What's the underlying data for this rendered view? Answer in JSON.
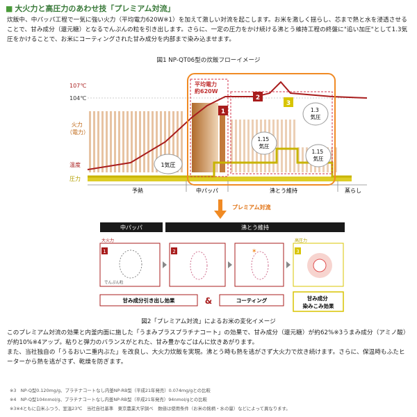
{
  "heading": "大火力と高圧力のあわせ技「プレミアム対流」",
  "intro": "炊飯中、中パッパ工程で一気に強い火力（平均電力620W※1）を加えて激しい対流を起こします。お米を激しく揺らし、芯まで熱と水を浸透させることで、甘み成分（還元糖）となるでんぷんの粒を引き出します。さらに、一定の圧力をかけ続ける沸とう維持工程の終盤に\"追い加圧\"として1.3気圧をかけることで、お米にコーティングされた甘み成分を内部まで染み込ませます。",
  "figure1": {
    "caption": "図1 NP-QT06型の炊飯フローイメージ",
    "temp_high": "107℃",
    "temp_boil": "104℃",
    "label_power": "火力\n（電力）",
    "label_temp": "温度",
    "label_pressure": "圧力",
    "avg_power": "平均電力\n約620W",
    "phases": [
      "予熱",
      "中パッパ",
      "沸とう維持",
      "蒸らし"
    ],
    "markers": [
      "1",
      "2",
      "3"
    ],
    "pressures": [
      "1気圧",
      "1.15\n気圧",
      "1.3\n気圧",
      "1.15\n気圧"
    ],
    "arrow_label": "プレミアム対流"
  },
  "figure2": {
    "caption": "図2「プレミアム対流」によるお米の変化イメージ",
    "phase_a": "中パッパ",
    "phase_b": "沸とう維持",
    "fire_label": "大火力",
    "starch_label": "でんぷん粒",
    "pressure_label": "高圧力",
    "effect1": "甘み成分引き出し効果",
    "amp": "&",
    "effect2": "コーティング",
    "effect3": "甘み成分\n染みこみ効果"
  },
  "body2": "このプレミアム対流の効果と内釜内面に施した「うまみプラスプラチナコート」の効果で、甘み成分（還元糖）が約62%※3うまみ成分（アミノ酸）が約10%※4アップ。粘りと弾力のバランスがとれた、甘み豊かなごはんに炊きあがります。",
  "body3": "また、当社独自の「うるおい二重内ぶた」を改良し、大火力炊飯を実現。沸とう時も熱を逃がさず大火力で炊き続けます。さらに、保温時もふたヒーターから熱を逃がさず、乾燥を防ぎます。",
  "notes": [
    "※3　NP-Q型0.120mg/g、プラチナコートなし内釜NP-RB型（平成21年発売）0.074mg/gとの比較",
    "※4　NP-Q型104nmol/g、プラチナコートなし内釜NP-RB型（平成21年発売）94nmol/gとの比較",
    "※3※4ともに白米ふつう、室温23℃　当社自社基準　東京農業大学調べ　数値は使用条件（お米の銘柄・水の量）などによって異なります。"
  ],
  "colors": {
    "accent_orange": "#f08a24",
    "temp_red": "#a81c1c",
    "pressure_olive": "#c8b400",
    "heading_green": "#3a7a3a"
  }
}
